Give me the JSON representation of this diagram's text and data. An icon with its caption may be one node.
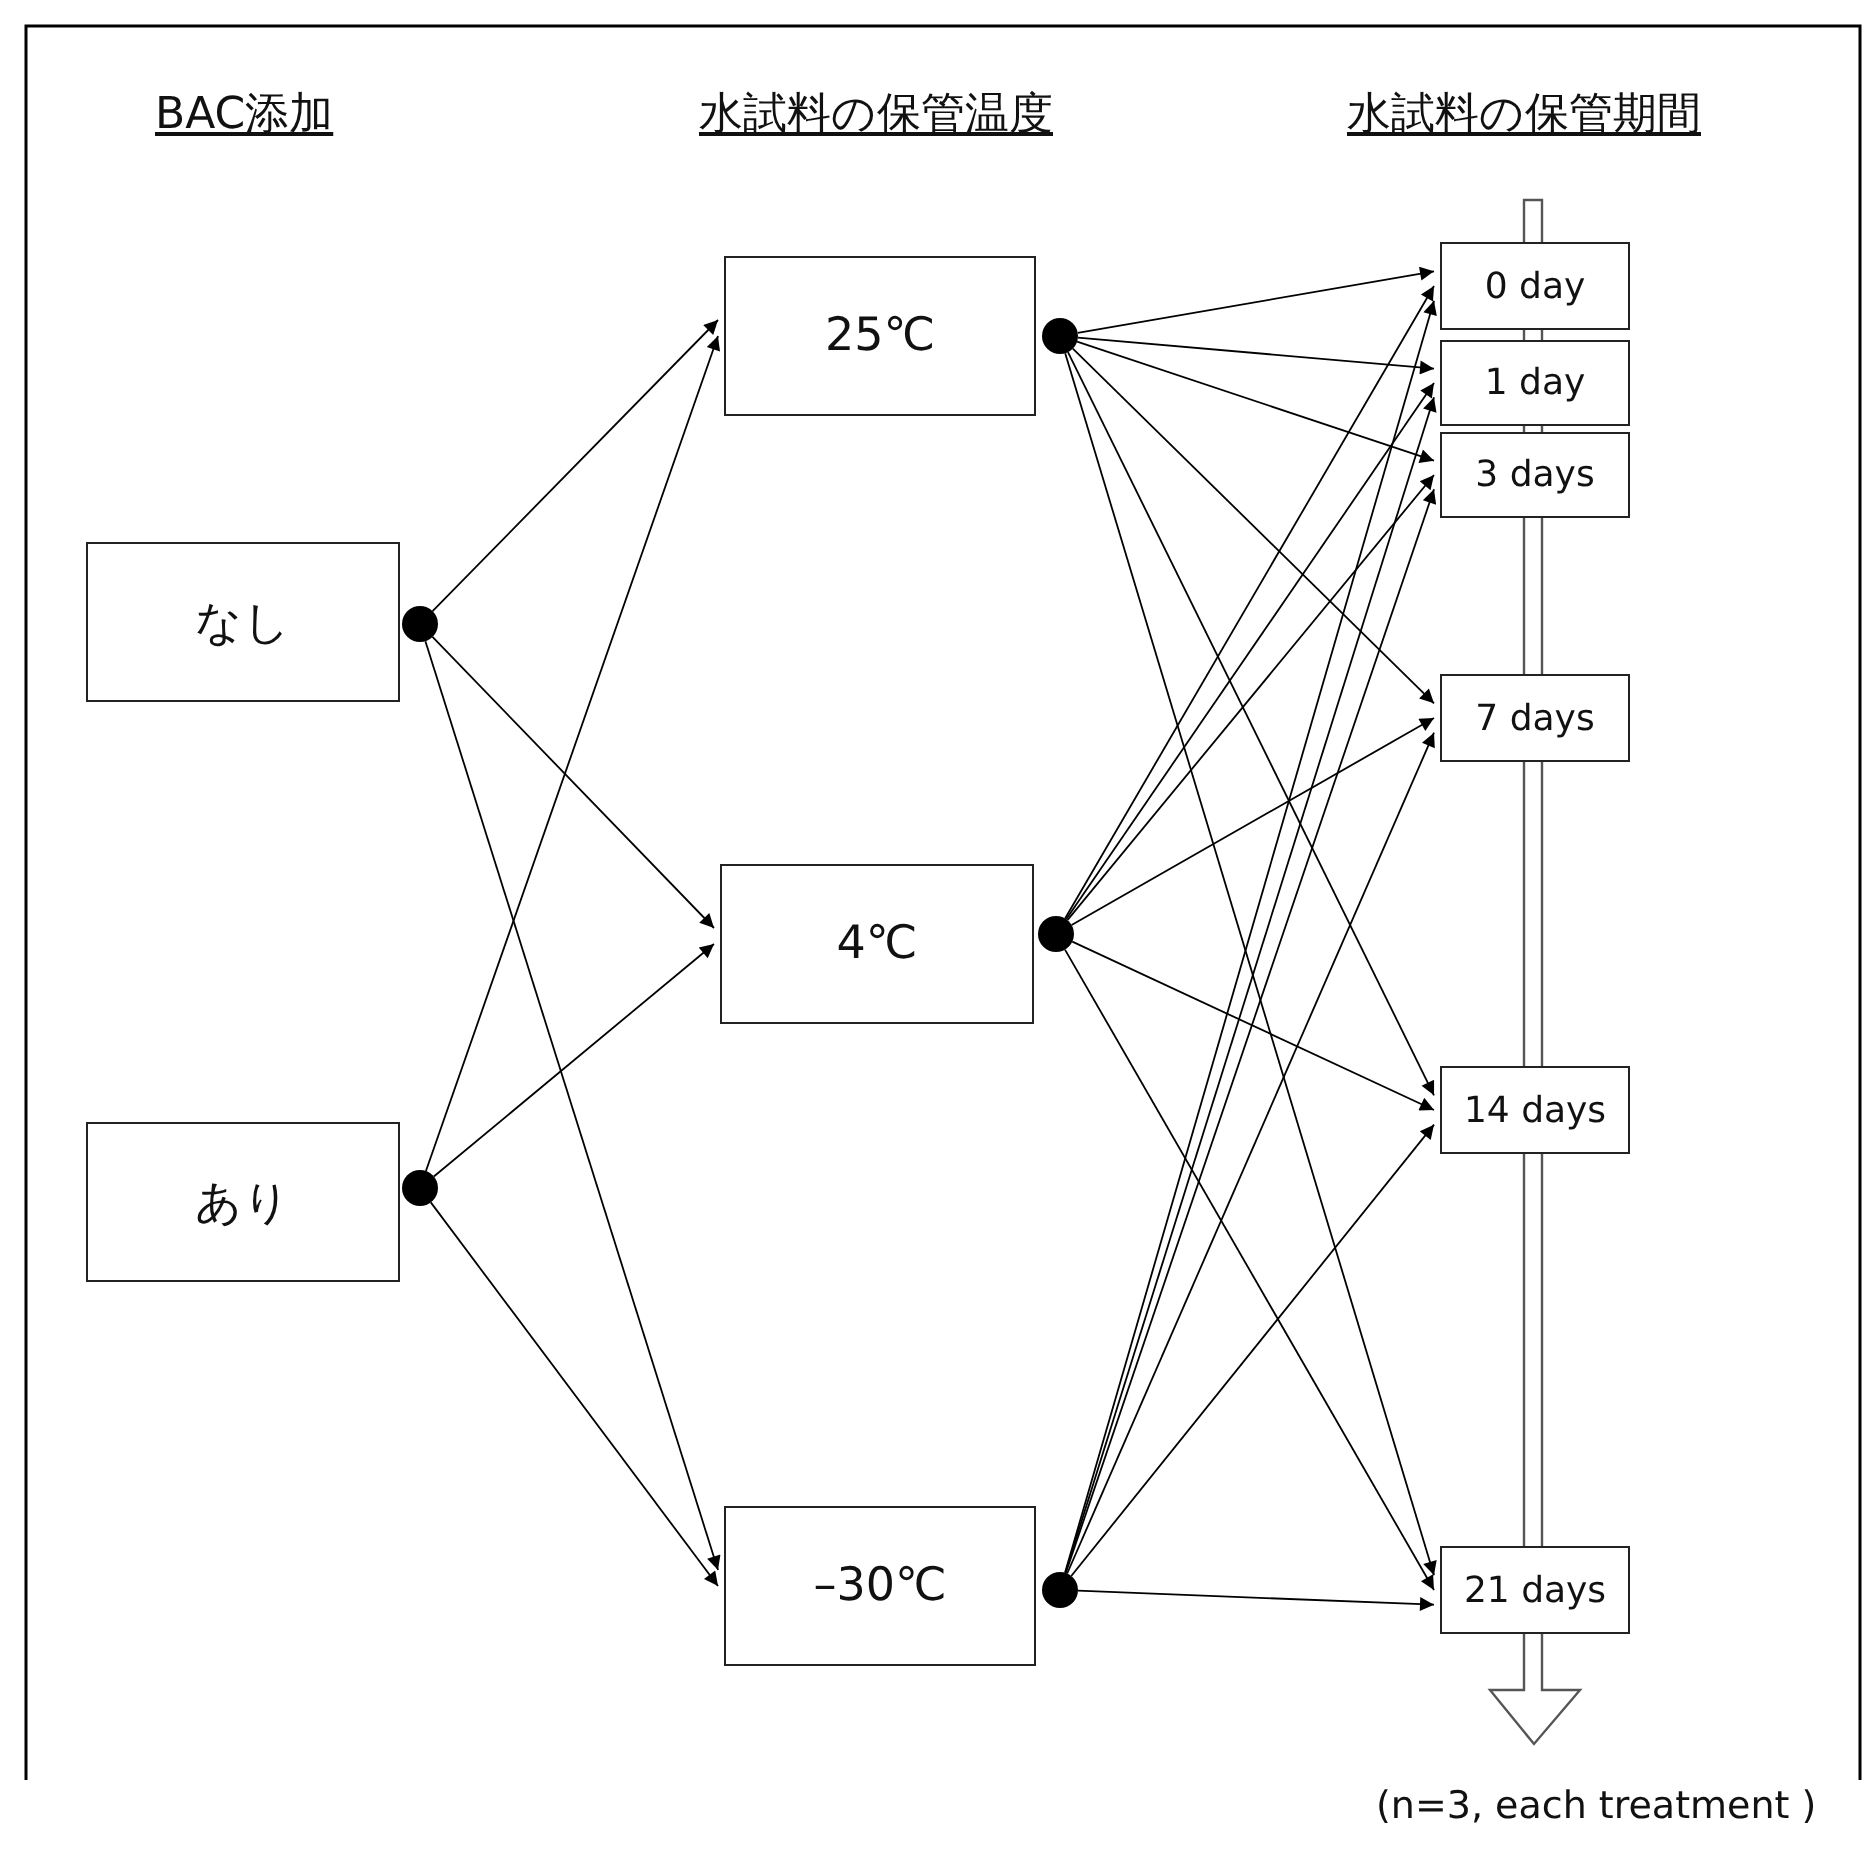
{
  "diagram": {
    "nodes": [
      {
        "text": [
          "なし"
        ]
      },
      {
        "text": [
          "あり"
        ]
      },
      {
        "text": [],
        "shape": "circle"
      },
      {
        "text": [],
        "shape": "circle"
      },
      {
        "text": [
          "25℃"
        ]
      },
      {
        "text": [
          "4℃"
        ]
      },
      {
        "text": [
          "–30℃"
        ]
      },
      {
        "text": [],
        "shape": "circle"
      },
      {
        "text": [],
        "shape": "circle"
      },
      {
        "text": [],
        "shape": "circle"
      },
      {
        "text": [
          "0 day"
        ]
      },
      {
        "text": [
          "1 day"
        ]
      },
      {
        "text": [
          "3 days"
        ]
      },
      {
        "text": [
          "7 days"
        ]
      },
      {
        "text": [
          "14 days"
        ]
      },
      {
        "text": [
          "21 days"
        ]
      }
    ],
    "edges": [
      {
        "from": 2,
        "to": 4,
        "arrow": "to"
      },
      {
        "from": 2,
        "to": 5,
        "arrow": "to"
      },
      {
        "from": 2,
        "to": 6,
        "arrow": "to"
      },
      {
        "from": 3,
        "to": 4,
        "arrow": "to"
      },
      {
        "from": 3,
        "to": 5,
        "arrow": "to"
      },
      {
        "from": 3,
        "to": 6,
        "arrow": "to"
      },
      {
        "from": 7,
        "to": 10,
        "arrow": "to"
      },
      {
        "from": 7,
        "to": 11,
        "arrow": "to"
      },
      {
        "from": 7,
        "to": 12,
        "arrow": "to"
      },
      {
        "from": 7,
        "to": 13,
        "arrow": "to"
      },
      {
        "from": 7,
        "to": 14,
        "arrow": "to"
      },
      {
        "from": 7,
        "to": 15,
        "arrow": "to"
      },
      {
        "from": 8,
        "to": 10,
        "arrow": "to"
      },
      {
        "from": 8,
        "to": 11,
        "arrow": "to"
      },
      {
        "from": 8,
        "to": 12,
        "arrow": "to"
      },
      {
        "from": 8,
        "to": 13,
        "arrow": "to"
      },
      {
        "from": 8,
        "to": 14,
        "arrow": "to"
      },
      {
        "from": 8,
        "to": 15,
        "arrow": "to"
      },
      {
        "from": 9,
        "to": 10,
        "arrow": "to"
      },
      {
        "from": 9,
        "to": 11,
        "arrow": "to"
      },
      {
        "from": 9,
        "to": 12,
        "arrow": "to"
      },
      {
        "from": 9,
        "to": 13,
        "arrow": "to"
      },
      {
        "from": 9,
        "to": 14,
        "arrow": "to"
      },
      {
        "from": 9,
        "to": 15,
        "arrow": "to"
      }
    ],
    "labels": [
      "BAC添加",
      "水試料の保管温度",
      "水試料の保管期間",
      "(n=3, each treatment )"
    ]
  }
}
